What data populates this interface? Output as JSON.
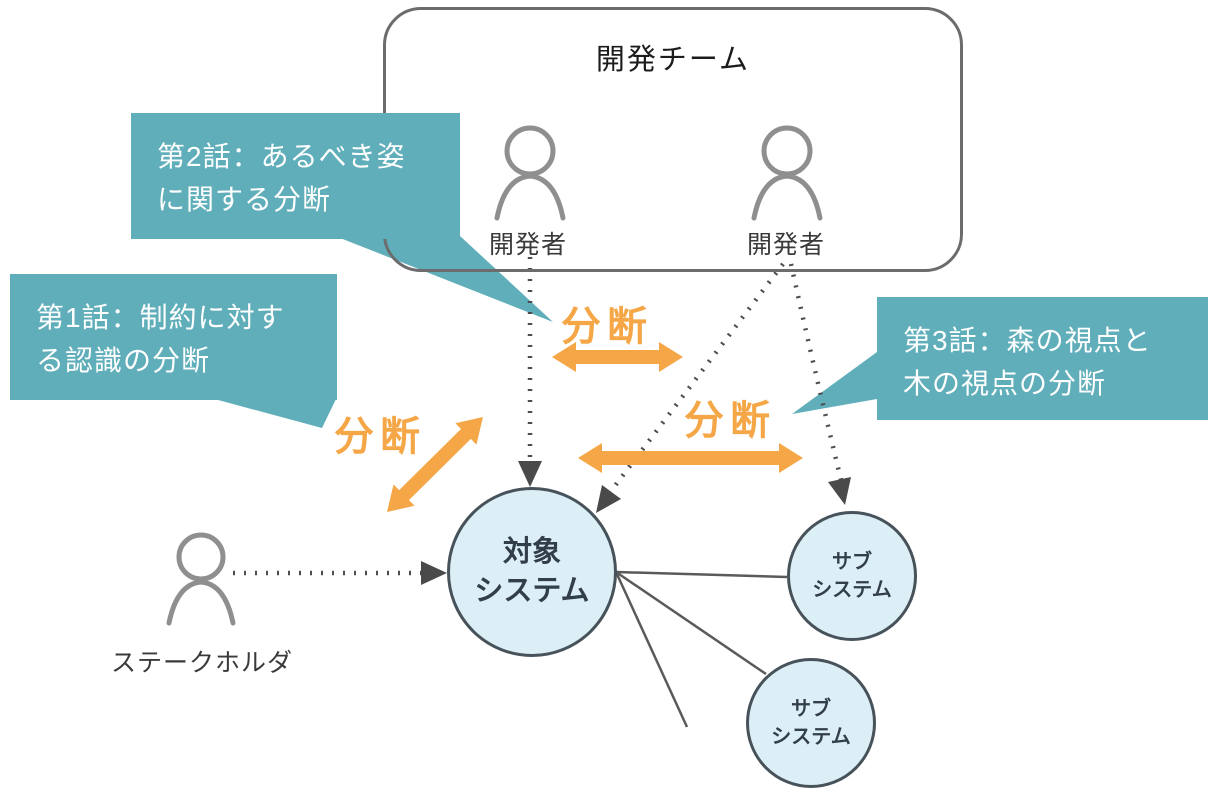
{
  "colors": {
    "teal": "#5FAEBA",
    "orange": "#F5A747",
    "node_fill": "#DCEFF7",
    "node_border": "#47525A",
    "icon_gray": "#8F8F8F",
    "connector": "#4D4D4D",
    "line": "#5A5A5A",
    "box_border": "#6C6C6C",
    "text_dark": "#333F48"
  },
  "team": {
    "title": "開発チーム",
    "member_left": "開発者",
    "member_right": "開発者"
  },
  "stakeholder": {
    "label": "ステークホルダ"
  },
  "callouts": [
    {
      "id": "episode2",
      "text": "第2話：あるべき姿\nに関する分断"
    },
    {
      "id": "episode1",
      "text": "第1話：制約に対す\nる認識の分断"
    },
    {
      "id": "episode3",
      "text": "第3話：森の視点と\n木の視点の分断"
    }
  ],
  "division_labels": [
    "分断",
    "分断",
    "分断"
  ],
  "nodes": {
    "target_system": "対象\nシステム",
    "subsystem_right": "サブ\nシステム",
    "subsystem_bottom": "サブ\nシステム"
  }
}
